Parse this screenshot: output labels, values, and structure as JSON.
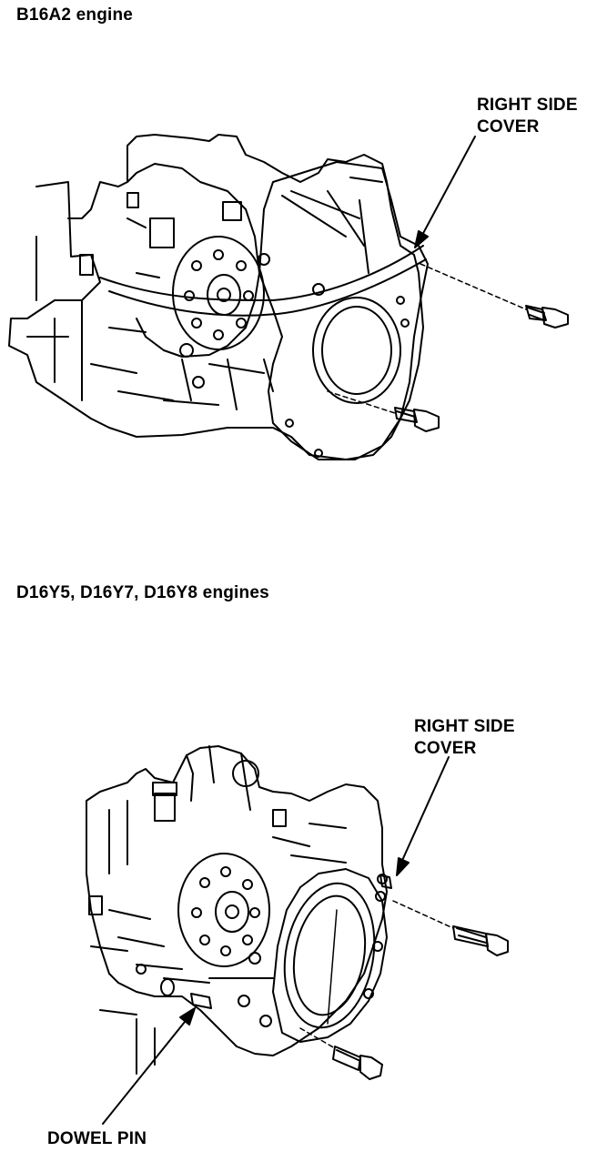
{
  "diagram_1": {
    "heading": "B16A2 engine",
    "callout_line1": "RIGHT SIDE",
    "callout_line2": "COVER"
  },
  "diagram_2": {
    "heading": "D16Y5, D16Y7, D16Y8 engines",
    "callout_cover_line1": "RIGHT SIDE",
    "callout_cover_line2": "COVER",
    "callout_dowel": "DOWEL PIN"
  },
  "colors": {
    "ink": "#000000",
    "paper": "#ffffff"
  }
}
